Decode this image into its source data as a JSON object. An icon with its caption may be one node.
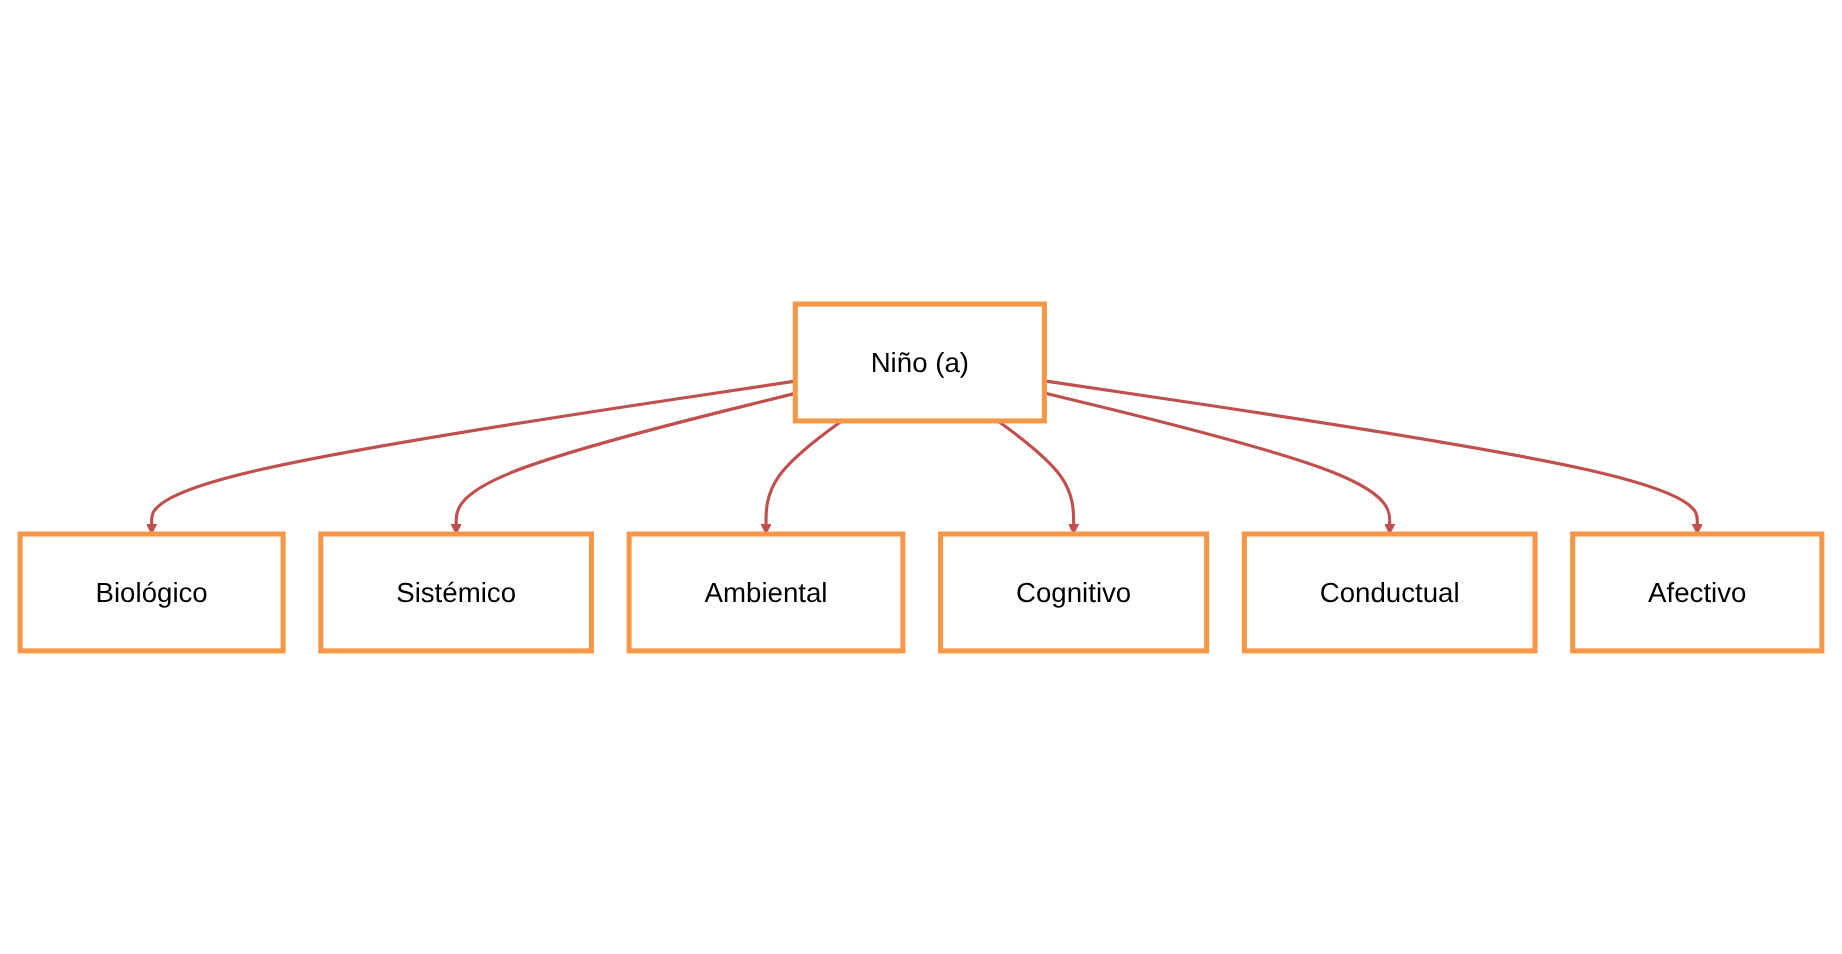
{
  "diagram": {
    "nodes": [
      {
        "text": [
          "Biológico"
        ]
      },
      {
        "text": [
          "Sistémico"
        ]
      },
      {
        "text": [
          "Ambiental"
        ]
      },
      {
        "text": [
          "Niño (a)"
        ]
      },
      {
        "text": [
          "Cognitivo"
        ]
      },
      {
        "text": [
          "Conductual"
        ]
      },
      {
        "text": [
          "Afectivo"
        ]
      }
    ],
    "edges": [
      {
        "from": 3,
        "to": 0,
        "arrow": "to"
      },
      {
        "from": 3,
        "to": 1,
        "arrow": "to"
      },
      {
        "from": 3,
        "to": 2,
        "arrow": "to"
      },
      {
        "from": 3,
        "to": 4,
        "arrow": "to"
      },
      {
        "from": 3,
        "to": 5,
        "arrow": "to"
      },
      {
        "from": 3,
        "to": 6,
        "arrow": "to"
      }
    ]
  }
}
